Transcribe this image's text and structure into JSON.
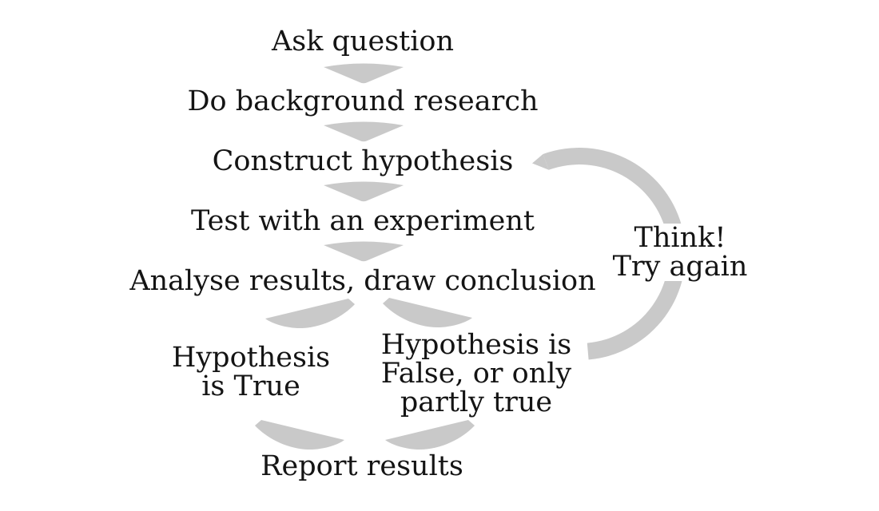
{
  "colors": {
    "background": "#ffffff",
    "arrow": "#c9c9c9",
    "text": "#141414"
  },
  "flow": {
    "steps": [
      {
        "label": "Ask question"
      },
      {
        "label": "Do background research"
      },
      {
        "label": "Construct hypothesis"
      },
      {
        "label": "Test with an experiment"
      },
      {
        "label": "Analyse results, draw conclusion"
      }
    ],
    "branch_true": {
      "lines": [
        "Hypothesis",
        "is True"
      ]
    },
    "branch_false": {
      "lines": [
        "Hypothesis is",
        "False, or only",
        "partly true"
      ]
    },
    "final_step": {
      "label": "Report results"
    },
    "loop_note": {
      "lines": [
        "Think!",
        "Try again"
      ]
    }
  },
  "icons": {
    "down_arrow": "wide-gray-triangle-pointing-down",
    "branch_left_arrow": "gray-swoosh-pointing-down-left",
    "branch_right_arrow": "gray-swoosh-pointing-down-right",
    "merge_left_arrow": "gray-swoosh-pointing-down-right",
    "merge_right_arrow": "gray-swoosh-pointing-down-left",
    "loop_arrow": "gray-c-shaped-arc-from-construct-hypothesis-to-hypothesis-false"
  }
}
